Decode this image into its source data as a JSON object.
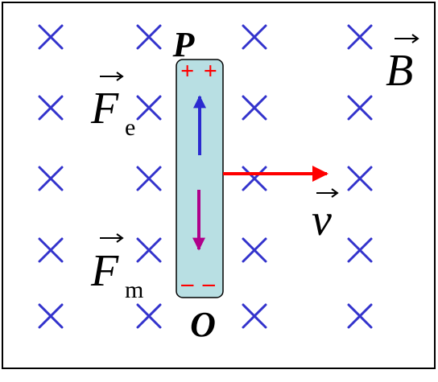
{
  "diagram": {
    "field": {
      "symbol": "×",
      "label": "B",
      "color": "#3333cc"
    },
    "rod": {
      "top_label": "P",
      "bottom_label": "O",
      "fill_color": "#b8dfe3",
      "top_charges": "+ +",
      "bottom_charges": "– –",
      "charge_color": "#ff0000"
    },
    "forces": {
      "electric": {
        "symbol": "F",
        "subscript": "e",
        "arrow_color": "#2a2ad0"
      },
      "magnetic": {
        "symbol": "F",
        "subscript": "m",
        "arrow_color": "#b0008a"
      }
    },
    "velocity": {
      "symbol": "v",
      "arrow_color": "#ff0000"
    }
  }
}
